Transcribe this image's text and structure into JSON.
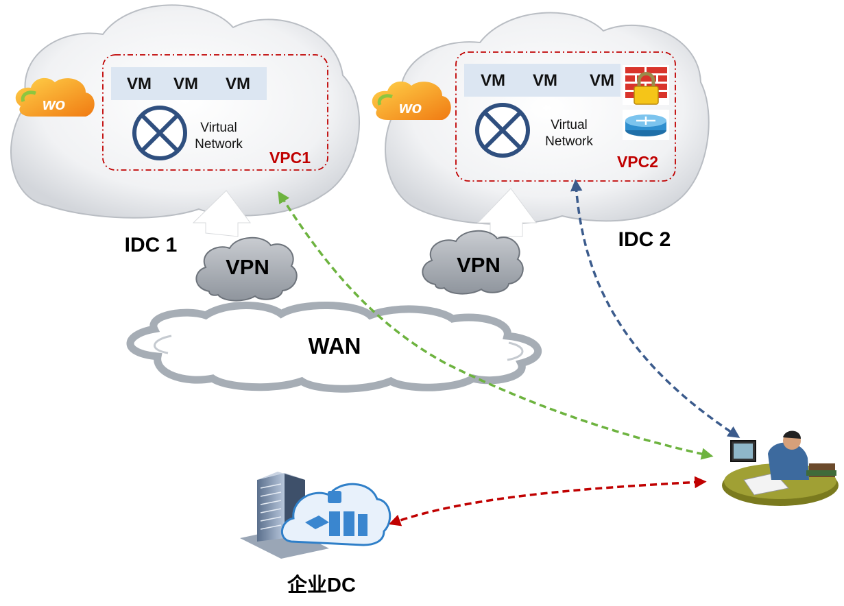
{
  "idc1": {
    "label": "IDC 1",
    "vpc_label": "VPC1",
    "vms": [
      "VM",
      "VM",
      "VM"
    ],
    "virtual_network": [
      "Virtual",
      "Network"
    ]
  },
  "idc2": {
    "label": "IDC 2",
    "vpc_label": "VPC2",
    "vms": [
      "VM",
      "VM",
      "VM"
    ],
    "virtual_network": [
      "Virtual",
      "Network"
    ]
  },
  "vpn_left": "VPN",
  "vpn_right": "VPN",
  "wan": "WAN",
  "enterprise_dc": "企业DC",
  "colors": {
    "vpc_border": "#c00000",
    "vm_bar": "#dce6f2",
    "router": "#2f4f7f",
    "arrow_green": "#6db33f",
    "arrow_blue": "#3b5b8c",
    "arrow_red": "#c00000"
  },
  "icons": [
    "china-unicom-logo",
    "firewall-lock-icon",
    "router-icon",
    "user-workstation-icon",
    "enterprise-dc-icon"
  ]
}
